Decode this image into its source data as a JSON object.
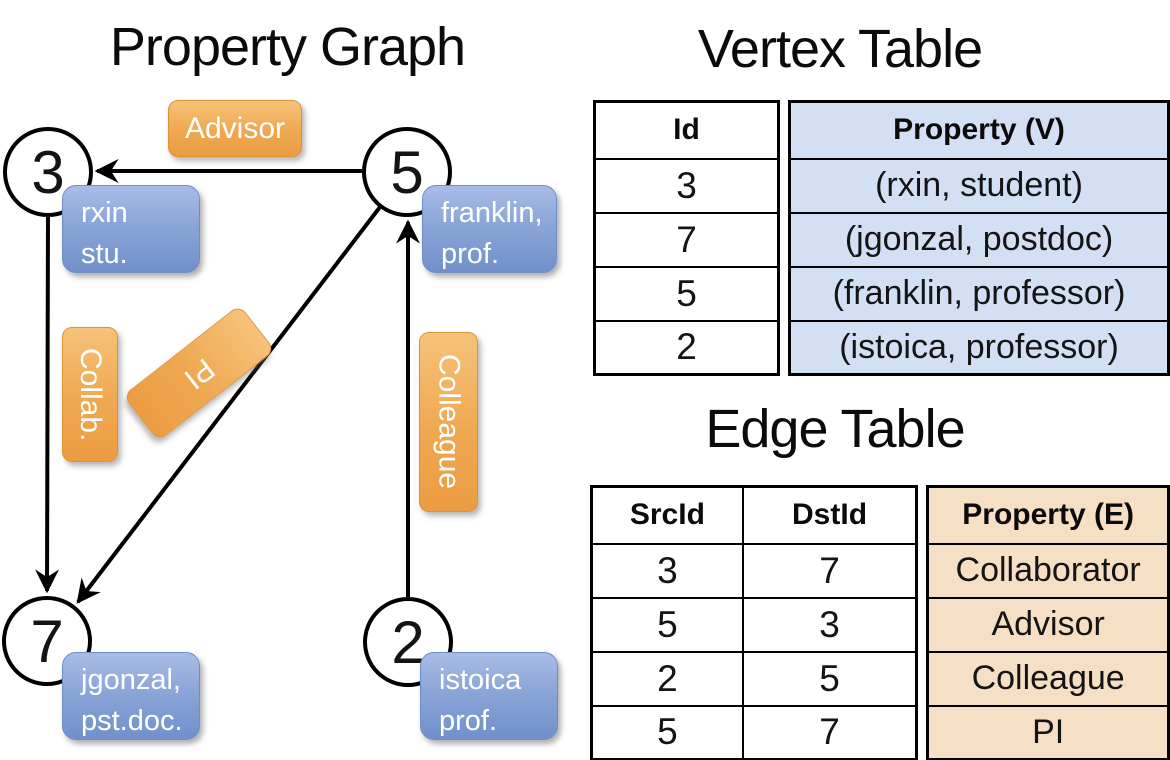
{
  "slide": {
    "graph_title": "Property Graph",
    "vertex_table_title": "Vertex Table",
    "edge_table_title": "Edge Table"
  },
  "graph": {
    "nodes": {
      "n3": {
        "id": "3",
        "prop_line1": "rxin",
        "prop_line2": "stu."
      },
      "n5": {
        "id": "5",
        "prop_line1": "franklin,",
        "prop_line2": "prof."
      },
      "n7": {
        "id": "7",
        "prop_line1": "jgonzal,",
        "prop_line2": "pst.doc."
      },
      "n2": {
        "id": "2",
        "prop_line1": "istoica",
        "prop_line2": "prof."
      }
    },
    "edge_labels": {
      "advisor": "Advisor",
      "collab": "Collab.",
      "pi": "PI",
      "colleague": "Colleague"
    }
  },
  "vertex_table": {
    "columns": {
      "id": "Id",
      "property": "Property (V)"
    },
    "rows": [
      [
        "3",
        "(rxin, student)"
      ],
      [
        "7",
        "(jgonzal, postdoc)"
      ],
      [
        "5",
        "(franklin, professor)"
      ],
      [
        "2",
        "(istoica, professor)"
      ]
    ]
  },
  "edge_table": {
    "columns": {
      "src": "SrcId",
      "dst": "DstId",
      "property": "Property (E)"
    },
    "rows": [
      [
        "3",
        "7",
        "Collaborator"
      ],
      [
        "5",
        "3",
        "Advisor"
      ],
      [
        "2",
        "5",
        "Colleague"
      ],
      [
        "5",
        "7",
        "PI"
      ]
    ]
  },
  "colors": {
    "edge_label_fill": "#EC9C41",
    "vertex_label_fill": "#7B97D1",
    "vertex_table_cell": "#D3DFF2",
    "edge_table_cell": "#F5DFC5",
    "line": "#000000",
    "text_on_labels": "#FFFFFF"
  }
}
